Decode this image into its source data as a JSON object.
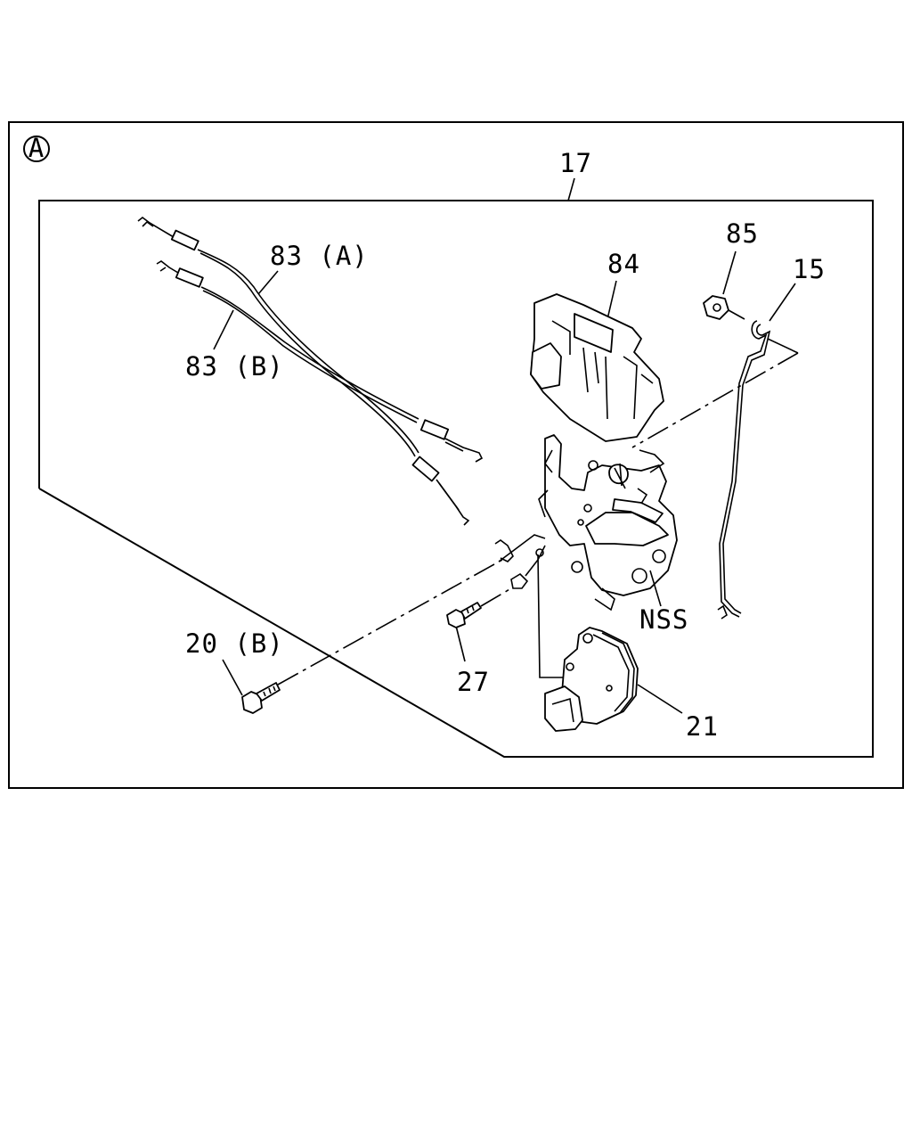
{
  "view_marker": "A",
  "labels": {
    "assembly": "17",
    "cable_a": "83 (A)",
    "cable_b": "83 (B)",
    "cover": "84",
    "clip": "85",
    "rod": "15",
    "latch": "NSS",
    "bolt_20b": "20 (B)",
    "screw_27": "27",
    "actuator": "21"
  }
}
